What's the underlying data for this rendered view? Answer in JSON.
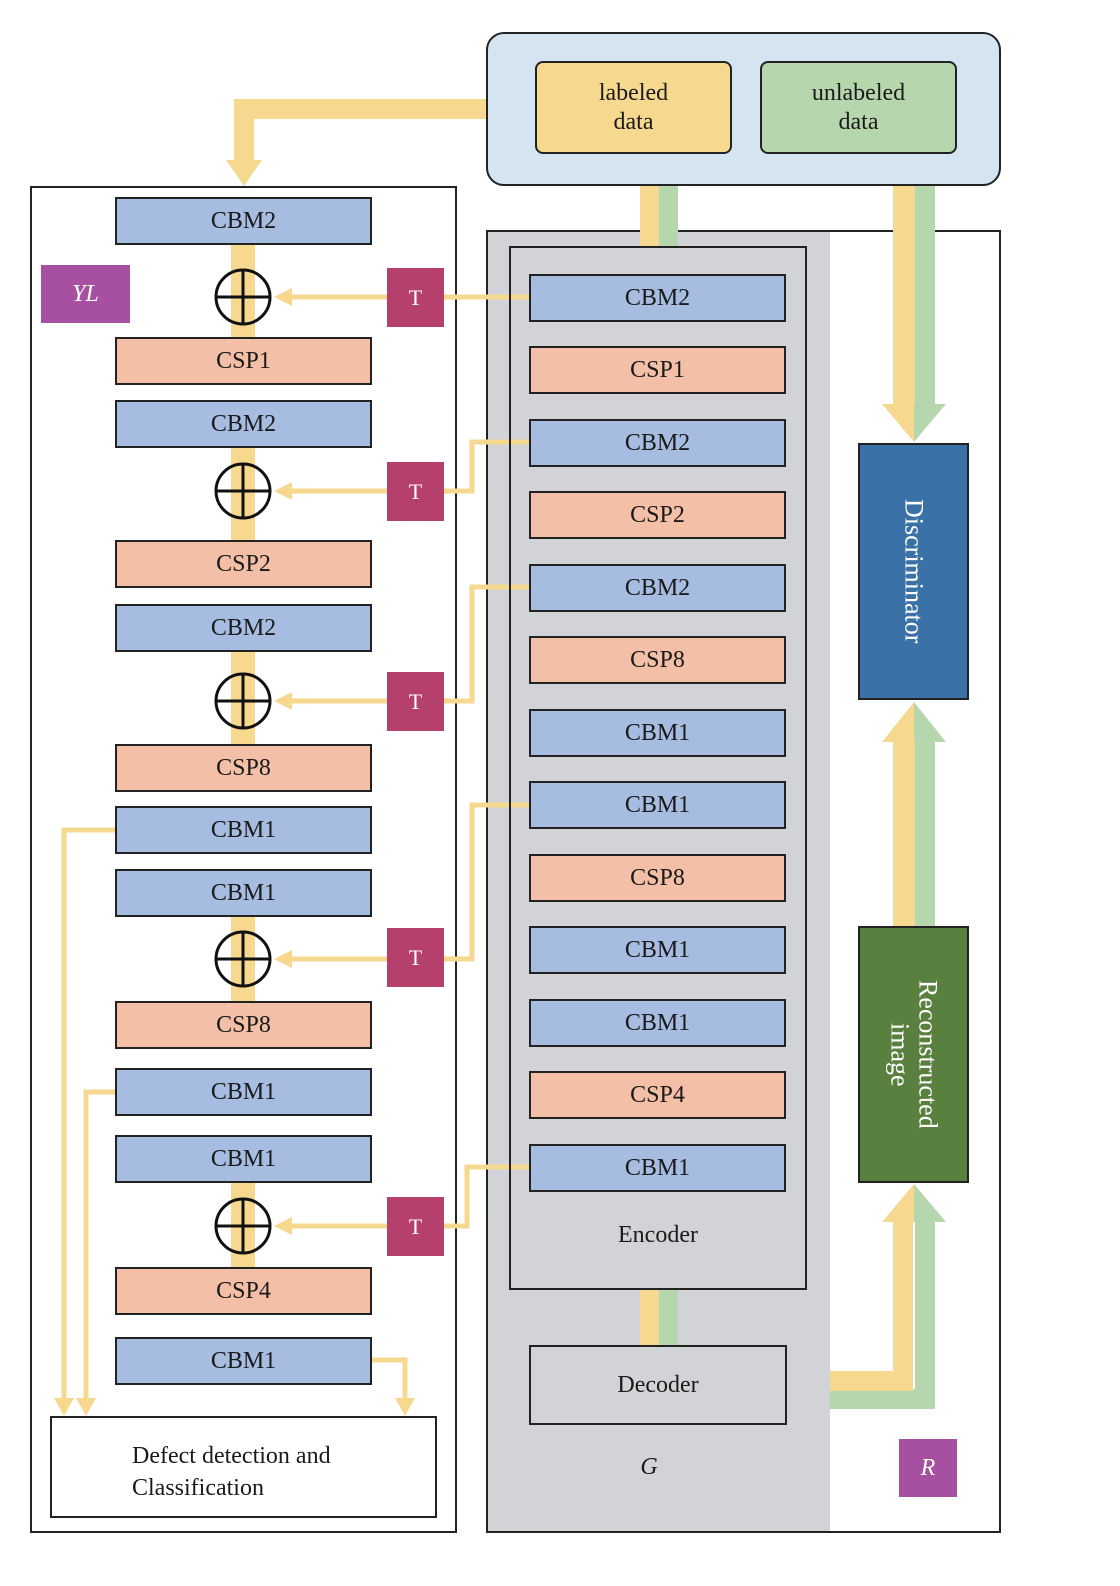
{
  "data_source": {
    "labeled": "labeled\ndata",
    "unlabeled": "unlabeled\ndata"
  },
  "yl_branch": {
    "tag": "YL",
    "blocks": [
      "CBM2",
      "CSP1",
      "CBM2",
      "CSP2",
      "CBM2",
      "CSP8",
      "CBM1",
      "CBM1",
      "CSP8",
      "CBM1",
      "CBM1",
      "CSP4",
      "CBM1"
    ],
    "transfer_label": "T",
    "output_line1": "Defect detection and",
    "output_line2": "Classification"
  },
  "generator": {
    "tag": "G",
    "encoder_label": "Encoder",
    "encoder_blocks": [
      "CBM2",
      "CSP1",
      "CBM2",
      "CSP2",
      "CBM2",
      "CSP8",
      "CBM1",
      "CBM1",
      "CSP8",
      "CBM1",
      "CBM1",
      "CSP4",
      "CBM1"
    ],
    "decoder_label": "Decoder"
  },
  "r_branch": {
    "tag": "R",
    "discriminator": "Discriminator",
    "reconstructed_line1": "Reconstructed",
    "reconstructed_line2": "image"
  },
  "colors": {
    "cbm": "#a6bce0",
    "csp": "#f3bfa6",
    "labeled_flow": "#f6d98f",
    "unlabeled_flow": "#b6d7ae",
    "transfer": "#b5406e",
    "tag": "#a750a1",
    "discriminator": "#3a72a8",
    "reconstructed": "#5a8040"
  }
}
